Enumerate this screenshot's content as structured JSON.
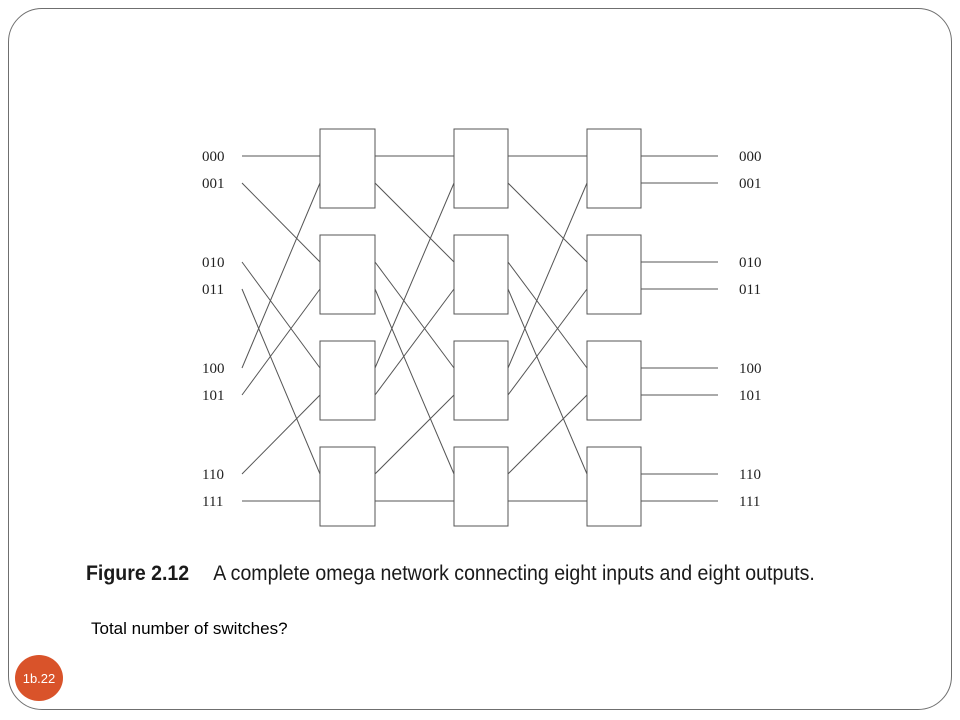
{
  "diagram": {
    "input_labels": [
      "000",
      "001",
      "010",
      "011",
      "100",
      "101",
      "110",
      "111"
    ],
    "output_labels": [
      "000",
      "001",
      "010",
      "011",
      "100",
      "101",
      "110",
      "111"
    ],
    "stages": 3,
    "switches_per_stage": 4
  },
  "caption": {
    "figure_number": "Figure 2.12",
    "text": "A complete omega network connecting eight inputs and eight outputs."
  },
  "question": "Total number of switches?",
  "slide_number": "1b.22",
  "colors": {
    "badge": "#d9532a",
    "frame": "#6f6f6f",
    "lines": "#555555"
  }
}
